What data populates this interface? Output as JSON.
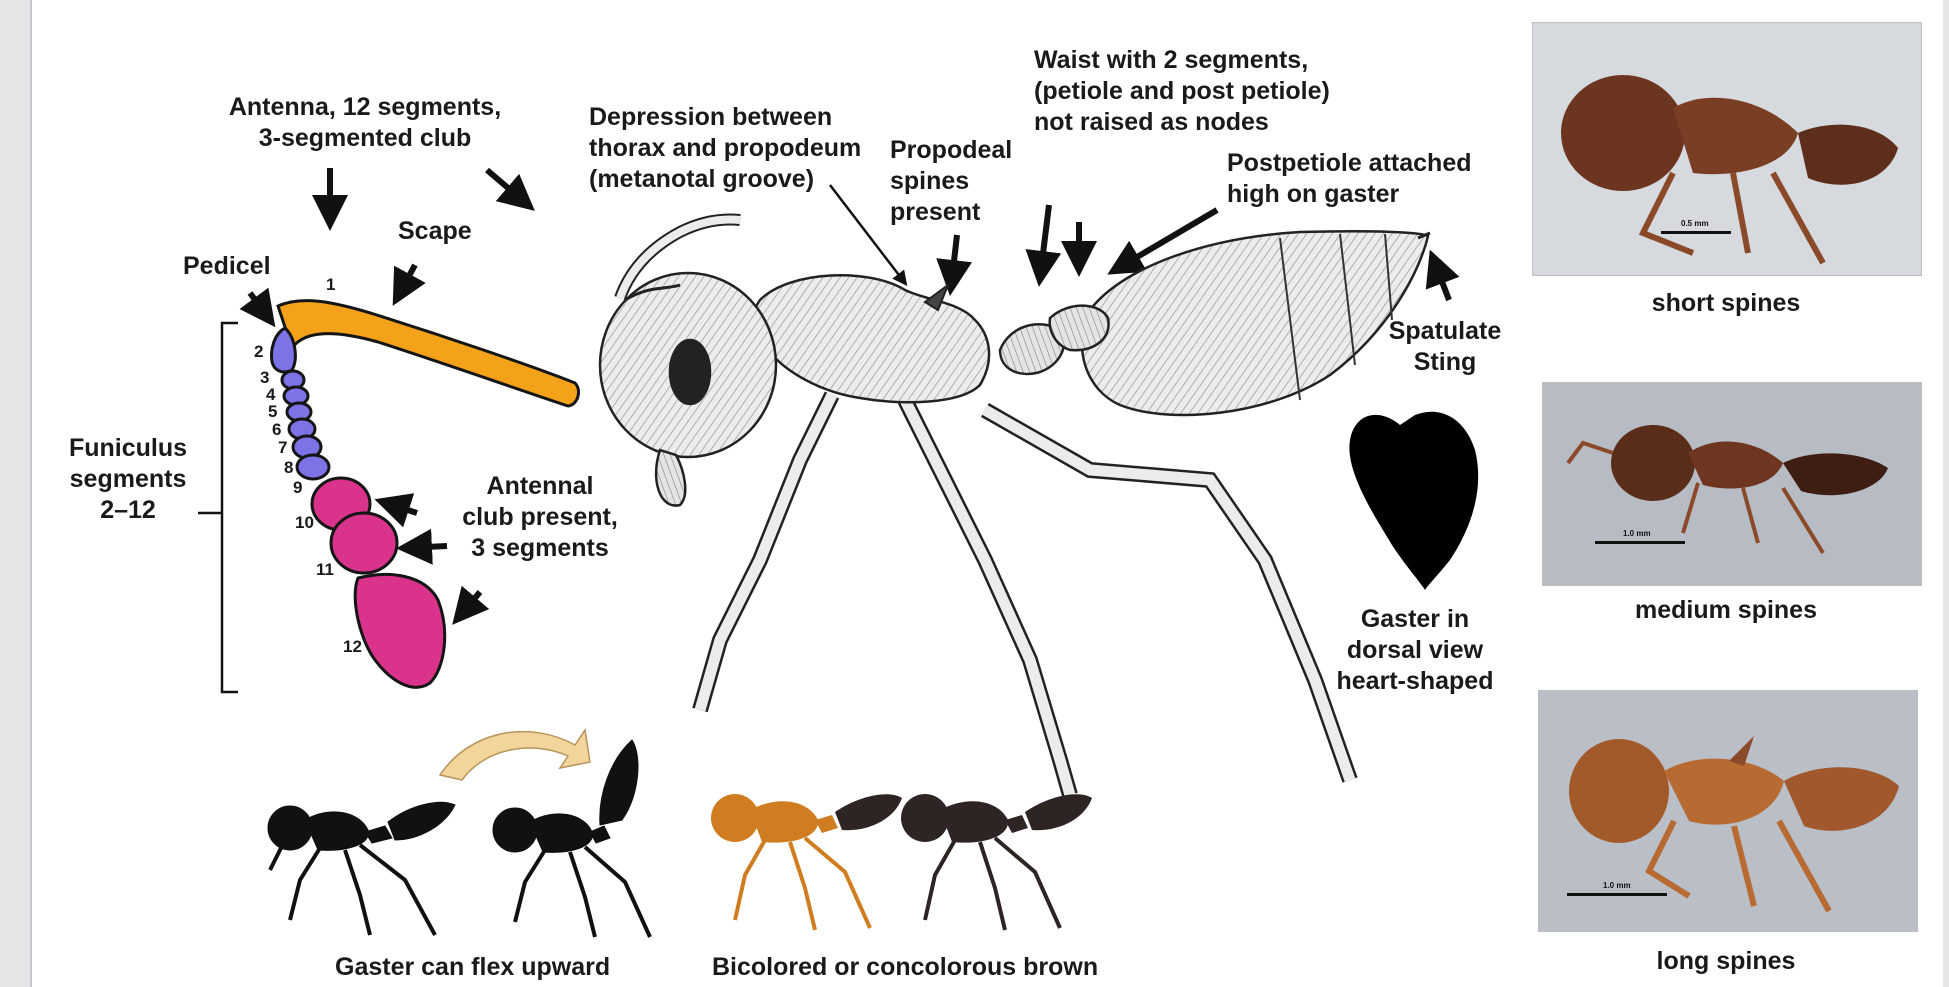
{
  "labels": {
    "antenna": [
      "Antenna, 12 segments,",
      "3-segmented club"
    ],
    "scape": "Scape",
    "pedicel": "Pedicel",
    "funiculus": [
      "Funiculus",
      "segments",
      "2–12"
    ],
    "club": [
      "Antennal",
      "club present,",
      "3 segments"
    ],
    "depression": [
      "Depression between",
      "thorax and propodeum",
      "(metanotal groove)"
    ],
    "propodeal": [
      "Propodeal",
      "spines",
      "present"
    ],
    "waist": [
      "Waist with 2 segments,",
      "(petiole and post petiole)",
      "not raised as nodes"
    ],
    "postpetiole": [
      "Postpetiole attached",
      "high on gaster"
    ],
    "sting": [
      "Spatulate",
      "Sting"
    ],
    "gaster_dorsal": [
      "Gaster in",
      "dorsal view",
      "heart-shaped"
    ],
    "flex": "Gaster can flex upward",
    "color": "Bicolored or concolorous brown"
  },
  "segment_numbers": [
    "1",
    "2",
    "3",
    "4",
    "5",
    "6",
    "7",
    "8",
    "9",
    "10",
    "11",
    "12"
  ],
  "photos": [
    {
      "caption": "short spines",
      "scale": "0.5 mm"
    },
    {
      "caption": "medium spines",
      "scale": "1.0 mm"
    },
    {
      "caption": "long spines",
      "scale": "1.0 mm"
    }
  ],
  "colors": {
    "scape": "#f5a21b",
    "funiculus": "#7b73e6",
    "club": "#d9338b",
    "curved_arrow": "#f2d59a",
    "ant_orange": "#d07d22",
    "ant_dark": "#2f2424",
    "photo_bg": "#b9bec7"
  }
}
